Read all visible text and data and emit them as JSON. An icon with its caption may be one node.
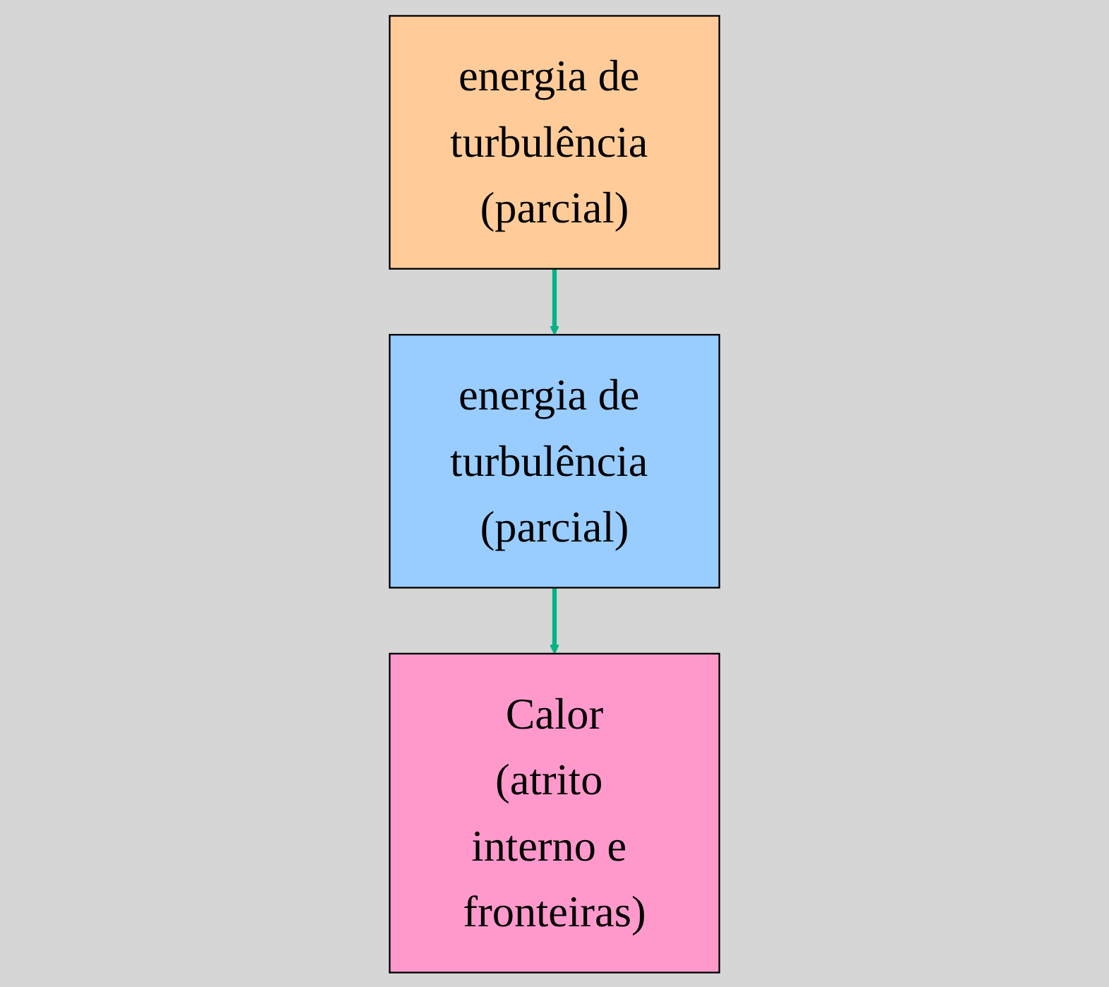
{
  "diagram": {
    "nodes": [
      {
        "text": [
          "energia de turbulência (parcial)"
        ]
      },
      {
        "text": [
          "energia de turbulência (parcial)"
        ]
      },
      {
        "text": [
          "Calor",
          "(atrito interno e fronteiras)"
        ]
      }
    ],
    "edges": [
      {
        "from": 0,
        "to": 1,
        "arrow": "to"
      },
      {
        "from": 1,
        "to": 2,
        "arrow": "to"
      }
    ]
  }
}
